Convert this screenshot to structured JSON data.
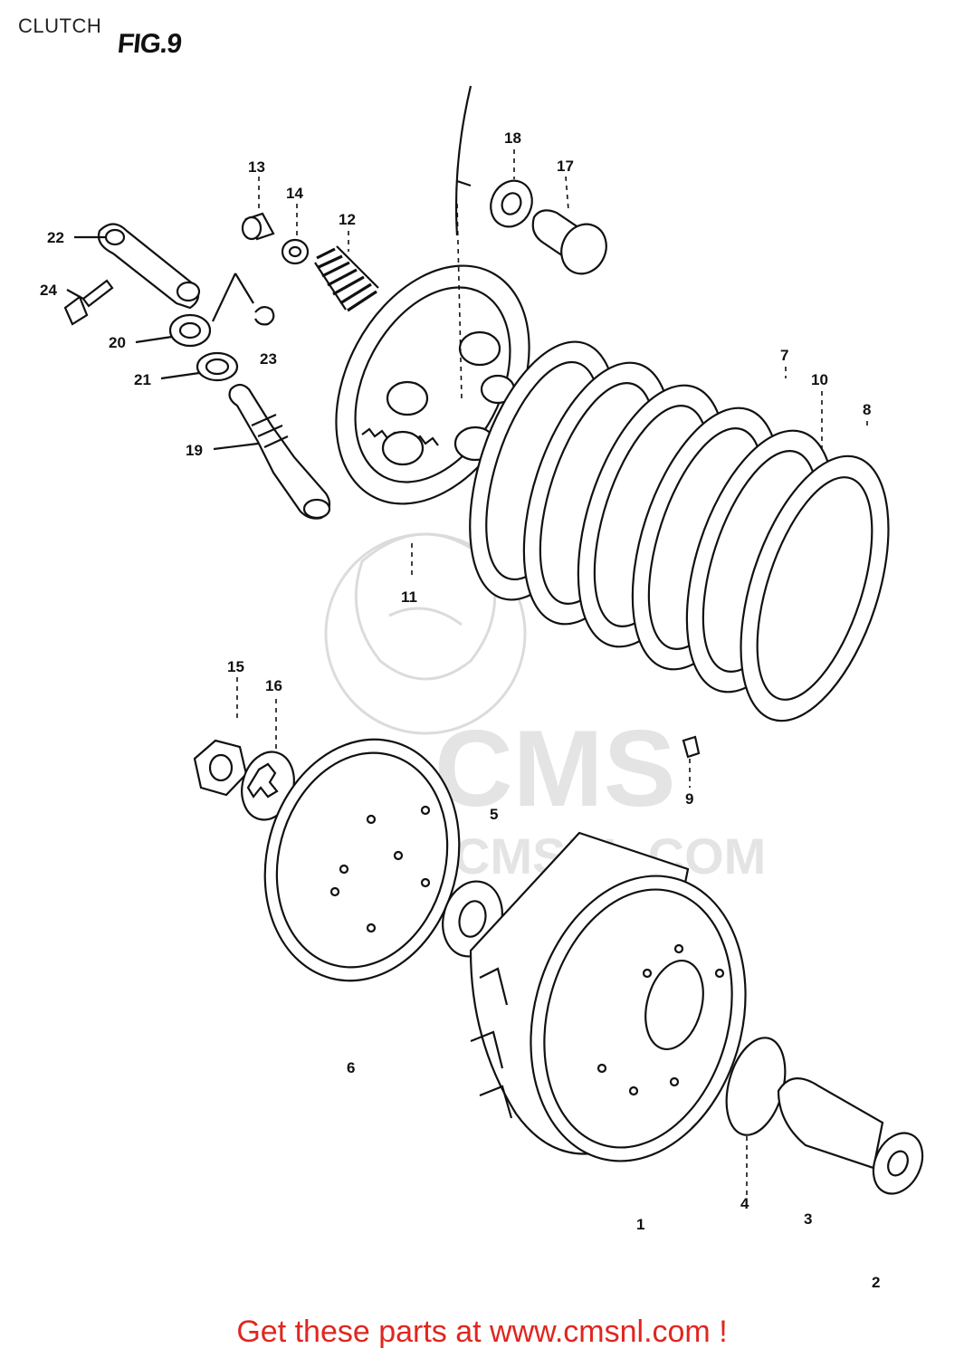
{
  "header": {
    "section_title": "CLUTCH",
    "figure_label": "FIG.9"
  },
  "watermark": {
    "brand": "CMS",
    "url": "WWW.CMSNL.COM"
  },
  "callouts": [
    {
      "id": "1",
      "label": "1"
    },
    {
      "id": "2",
      "label": "2"
    },
    {
      "id": "3",
      "label": "3"
    },
    {
      "id": "4",
      "label": "4"
    },
    {
      "id": "5",
      "label": "5"
    },
    {
      "id": "6",
      "label": "6"
    },
    {
      "id": "7",
      "label": "7"
    },
    {
      "id": "8",
      "label": "8"
    },
    {
      "id": "9",
      "label": "9"
    },
    {
      "id": "10",
      "label": "10"
    },
    {
      "id": "11",
      "label": "11"
    },
    {
      "id": "12",
      "label": "12"
    },
    {
      "id": "13",
      "label": "13"
    },
    {
      "id": "14",
      "label": "14"
    },
    {
      "id": "15",
      "label": "15"
    },
    {
      "id": "16",
      "label": "16"
    },
    {
      "id": "17",
      "label": "17"
    },
    {
      "id": "18",
      "label": "18"
    },
    {
      "id": "19",
      "label": "19"
    },
    {
      "id": "20",
      "label": "20"
    },
    {
      "id": "21",
      "label": "21"
    },
    {
      "id": "22",
      "label": "22"
    },
    {
      "id": "23",
      "label": "23"
    },
    {
      "id": "24",
      "label": "24"
    }
  ],
  "footer": {
    "text": "Get these parts at www.cmsnl.com !",
    "color": "#e0261f"
  }
}
